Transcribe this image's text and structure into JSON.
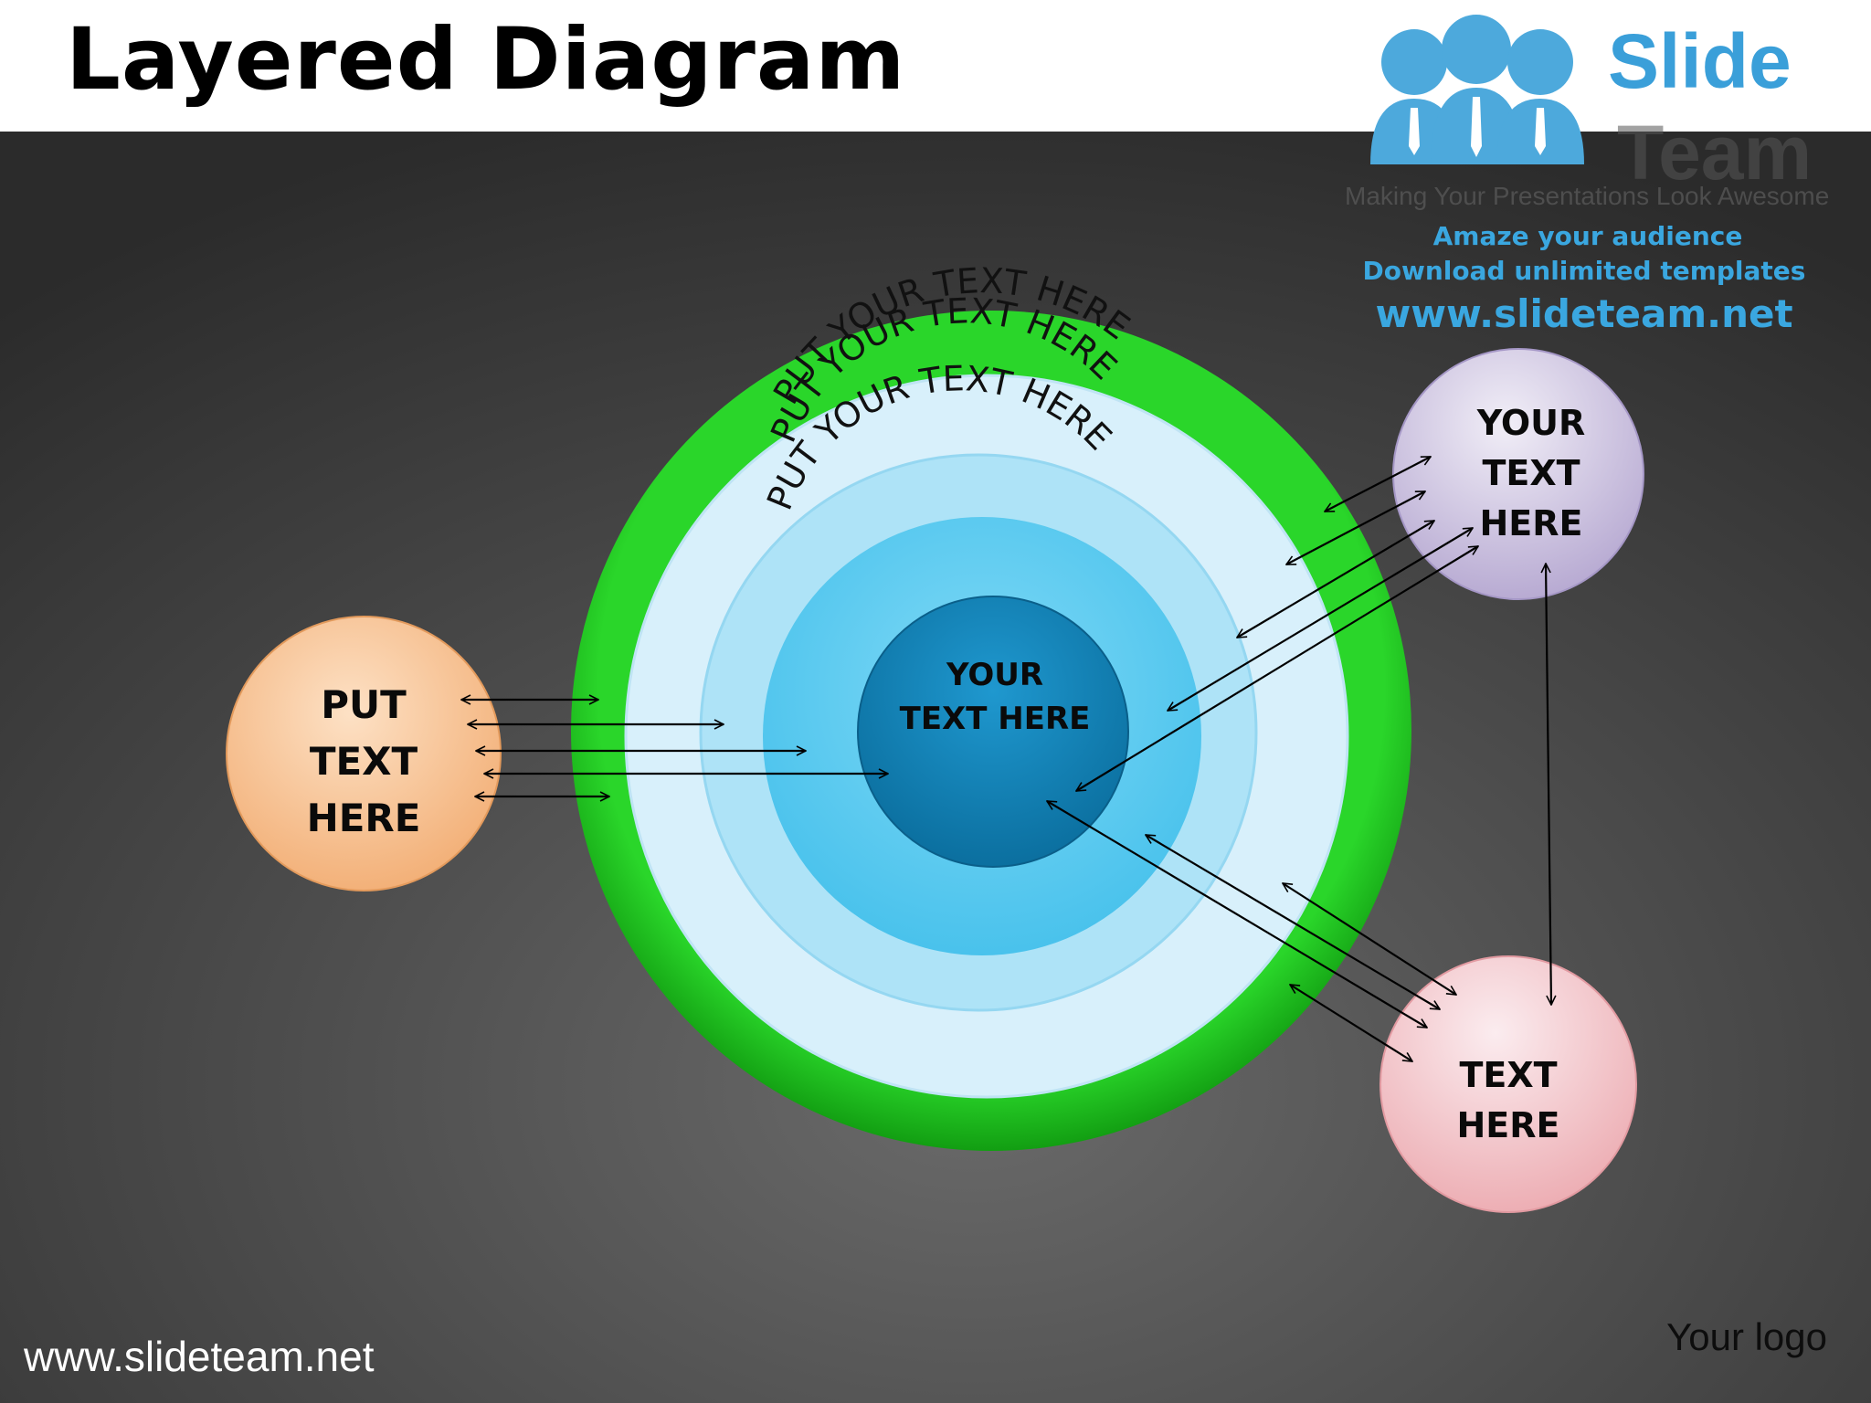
{
  "slide": {
    "title": "Layered Diagram",
    "footer_url": "www.slideteam.net",
    "logo_placeholder": "Your logo"
  },
  "branding": {
    "name_line1": "Slide",
    "name_line2": "Team",
    "tagline": "Making Your Presentations Look Awesome",
    "promo_line1": "Amaze your audience",
    "promo_line2": "Download unlimited templates",
    "promo_url": "www.slideteam.net",
    "icon": "people-group-icon"
  },
  "diagram": {
    "rings": [
      {
        "label": "PUT YOUR TEXT HERE",
        "color": "#1fc41f"
      },
      {
        "label": "PUT YOUR TEXT HERE",
        "color": "#d8f0fb"
      },
      {
        "label": "PUT YOUR TEXT HERE",
        "color": "#aee3f7"
      }
    ],
    "core": {
      "line1": "YOUR",
      "line2": "TEXT HERE"
    },
    "left_node": {
      "line1": "PUT",
      "line2": "TEXT",
      "line3": "HERE",
      "color": "#f7c193"
    },
    "top_right_node": {
      "line1": "YOUR",
      "line2": "TEXT",
      "line3": "HERE",
      "color": "#c9bfdc"
    },
    "bottom_right_node": {
      "line1": "TEXT",
      "line2": "HERE",
      "color": "#f3c2c6"
    }
  },
  "colors": {
    "background_dark": "#2f2f2f",
    "background_light": "#6a6a6a",
    "brand_blue": "#3aa7e0",
    "ring_green": "#1fc41f",
    "core_blue": "#1586bd"
  }
}
